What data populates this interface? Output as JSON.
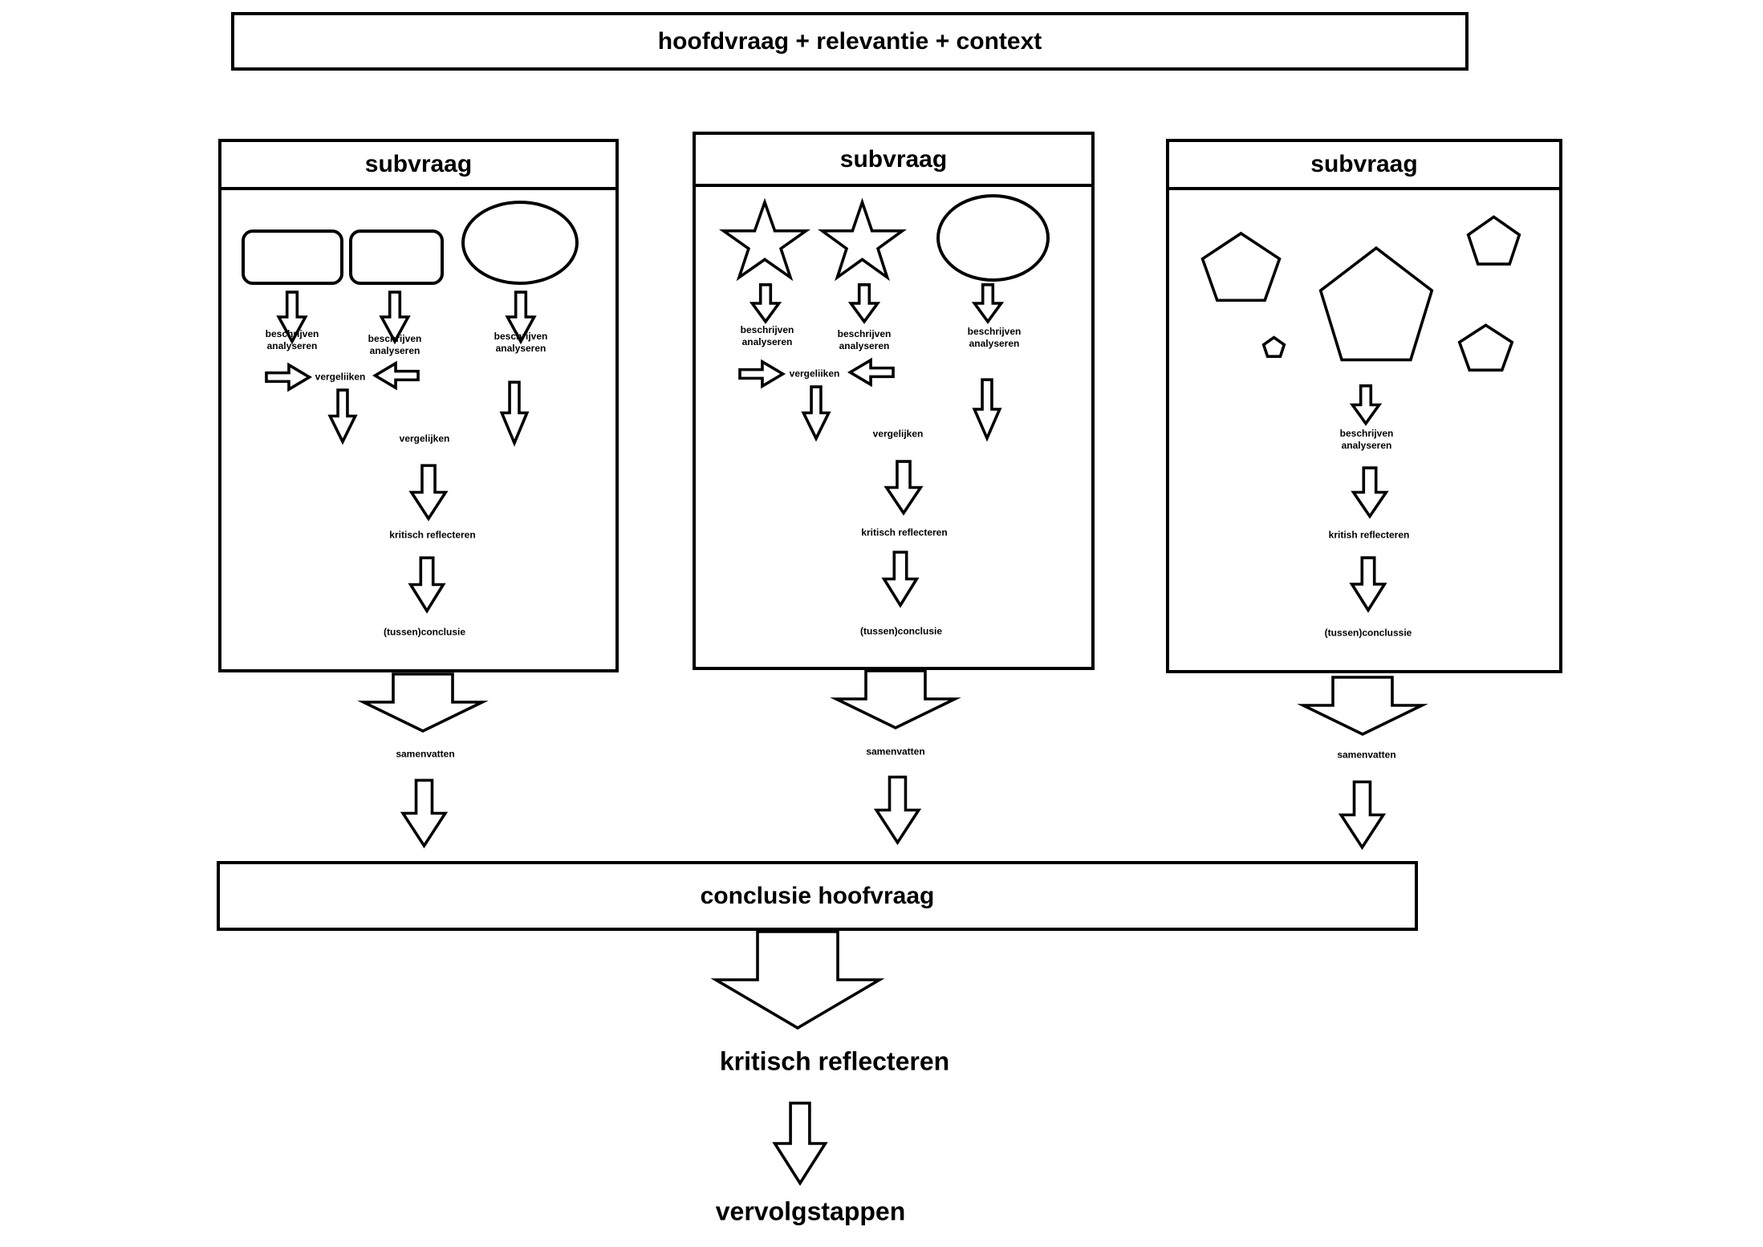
{
  "header": {
    "title": "hoofdvraag + relevantie + context"
  },
  "subquestions": [
    {
      "title": "subvraag",
      "shapes": [
        "rounded-rectangle",
        "rounded-rectangle",
        "ellipse"
      ],
      "steps": {
        "describe1": [
          "beschrijven",
          "analyseren"
        ],
        "describe2": [
          "beschrijven",
          "analyseren"
        ],
        "describe3": [
          "beschrijven",
          "analyseren"
        ],
        "compare_top": "vergeliiken",
        "compare_mid": "vergelijken",
        "reflect": "kritisch reflecteren",
        "interim_conclusion": "(tussen)conclusie",
        "summarize": "samenvatten"
      }
    },
    {
      "title": "subvraag",
      "shapes": [
        "star",
        "star",
        "ellipse"
      ],
      "steps": {
        "describe1": [
          "beschrijven",
          "analyseren"
        ],
        "describe2": [
          "beschrijven",
          "analyseren"
        ],
        "describe3": [
          "beschrijven",
          "analyseren"
        ],
        "compare_top": "vergeliiken",
        "compare_mid": "vergelijken",
        "reflect": "kritisch reflecteren",
        "interim_conclusion": "(tussen)conclusie",
        "summarize": "samenvatten"
      }
    },
    {
      "title": "subvraag",
      "shapes": [
        "pentagon",
        "pentagon",
        "pentagon",
        "pentagon",
        "pentagon"
      ],
      "steps": {
        "describe1": [
          "beschrijven",
          "analyseren"
        ],
        "reflect": "kritish reflecteren",
        "interim_conclusion": "(tussen)conclussie",
        "summarize": "samenvatten"
      }
    }
  ],
  "conclusion_bar": {
    "label": "conclusie hoofvraag"
  },
  "final_steps": {
    "reflect": "kritisch reflecteren",
    "next": "vervolgstappen"
  }
}
